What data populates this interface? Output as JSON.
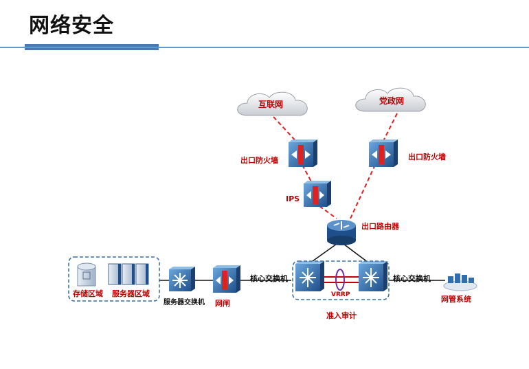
{
  "page": {
    "title": "网络安全"
  },
  "nodes": {
    "internet": "互联网",
    "gov_net": "党政网",
    "fw_left": "出口防火墙",
    "fw_right": "出口防火墙",
    "ips": "IPS",
    "router": "出口路由器",
    "core_left": "核心交换机",
    "core_right": "核心交换机",
    "vrrp": "VRRP",
    "access_audit": "准入审计",
    "gateway": "网闸",
    "server_switch": "服务器交换机",
    "storage": "存储区域",
    "server_area": "服务器区域",
    "nms": "网管系统"
  },
  "colors": {
    "accent": "#4a7ab0",
    "link_red": "#e02020",
    "device_blue": "#2f6fb0",
    "label_red": "#c00000",
    "zone_border": "#3a6aa0"
  }
}
